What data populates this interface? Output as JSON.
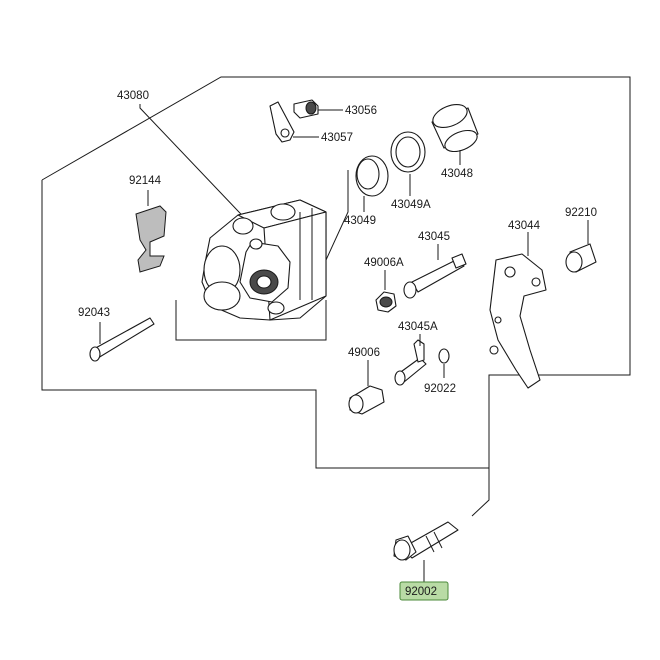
{
  "diagram": {
    "highlight_color": "#b9dba5",
    "parts": {
      "p43080": "43080",
      "p43056": "43056",
      "p43057": "43057",
      "p43048": "43048",
      "p92144": "92144",
      "p43049": "43049",
      "p43049A": "43049A",
      "p43045": "43045",
      "p43044": "43044",
      "p92210": "92210",
      "p49006A": "49006A",
      "p92043": "92043",
      "p43045A": "43045A",
      "p49006": "49006",
      "p92022": "92022",
      "p92002": "92002"
    },
    "highlighted_part": "92002"
  }
}
